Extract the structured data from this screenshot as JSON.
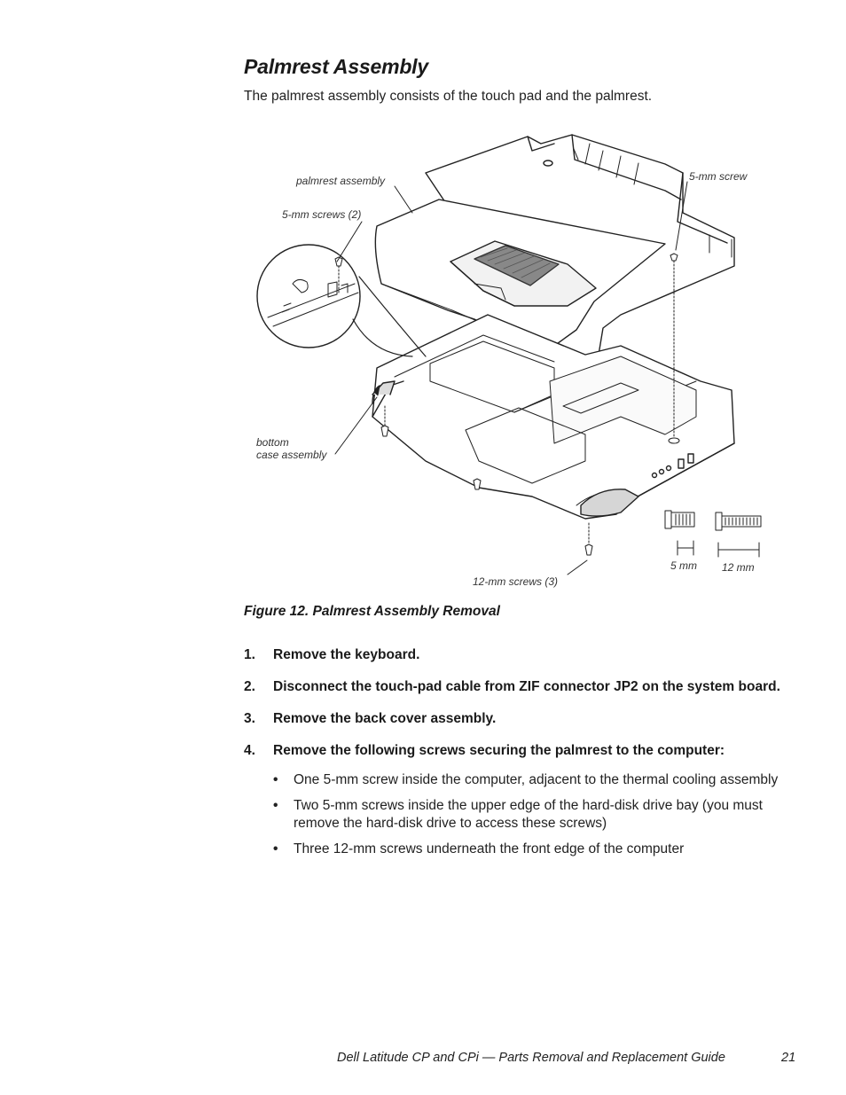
{
  "heading": "Palmrest Assembly",
  "intro": "The palmrest assembly consists of the touch pad and the palmrest.",
  "figure": {
    "callouts": {
      "palmrest_assembly": "palmrest assembly",
      "five_mm_screws_2": "5-mm screws (2)",
      "five_mm_screw": "5-mm screw",
      "bottom_case_line1": "bottom",
      "bottom_case_line2": "case assembly",
      "twelve_mm_screws_3": "12-mm screws (3)",
      "scale_5mm": "5 mm",
      "scale_12mm": "12 mm"
    },
    "caption": "Figure 12.  Palmrest Assembly Removal"
  },
  "steps": [
    {
      "num": "1.",
      "text": "Remove the keyboard."
    },
    {
      "num": "2.",
      "text": "Disconnect the touch-pad cable from ZIF connector JP2 on the system board."
    },
    {
      "num": "3.",
      "text": "Remove the back cover assembly."
    },
    {
      "num": "4.",
      "text": "Remove the following screws securing the palmrest to the computer:"
    }
  ],
  "bullets": [
    "One 5-mm screw inside the computer, adjacent to the thermal cooling assembly",
    "Two 5-mm screws inside the upper edge of the hard-disk drive bay (you must remove the hard-disk drive to access these screws)",
    "Three 12-mm screws underneath the front edge of the computer"
  ],
  "bullet_mark": "•",
  "footer": {
    "text": "Dell Latitude CP and CPi — Parts Removal and Replacement Guide",
    "page": "21"
  }
}
